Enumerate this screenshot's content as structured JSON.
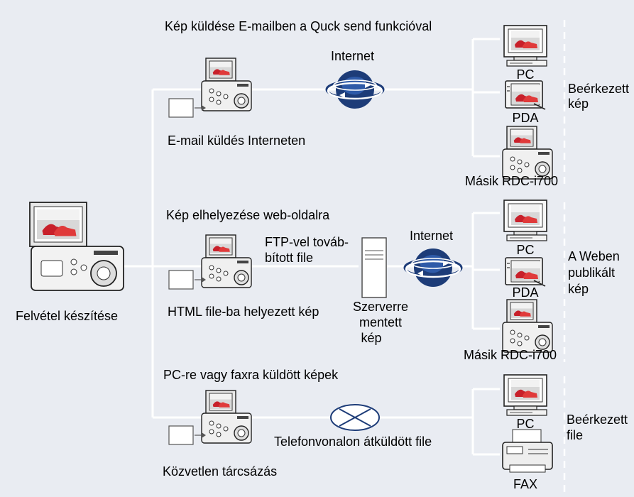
{
  "source_camera_label": "Felvétel készítése",
  "rows": [
    {
      "id": "email",
      "heading": "Kép küldése E-mailben a Quck send funkcióval",
      "method_label": "E-mail küldés Interneten",
      "network_label": "Internet",
      "devices": [
        "PC",
        "PDA",
        "Másik RDC-i700"
      ],
      "result_label_lines": [
        "Beérkezett",
        "kép"
      ]
    },
    {
      "id": "web",
      "heading": "Kép elhelyezése web-oldalra",
      "method_label": "HTML file-ba helyezett kép",
      "transfer_label_lines": [
        "FTP-vel továb-",
        "bított file"
      ],
      "server_label_lines": [
        "Szerverre",
        "mentett",
        "kép"
      ],
      "network_label": "Internet",
      "devices": [
        "PC",
        "PDA",
        "Másik RDC-i700"
      ],
      "result_label_lines": [
        "A Weben",
        "publikált",
        "kép"
      ]
    },
    {
      "id": "phone",
      "heading": "PC-re vagy faxra küldött képek",
      "method_label": "Közvetlen tárcsázás",
      "network_label": "Telefonvonalon átküldött file",
      "devices": [
        "PC",
        "FAX"
      ],
      "result_label_lines": [
        "Beérkezett",
        "file"
      ]
    }
  ],
  "colors": {
    "background": "#e9ecf2",
    "line": "#ffffff",
    "globe": "#1d3c78",
    "photo_red": "#c8202a"
  }
}
